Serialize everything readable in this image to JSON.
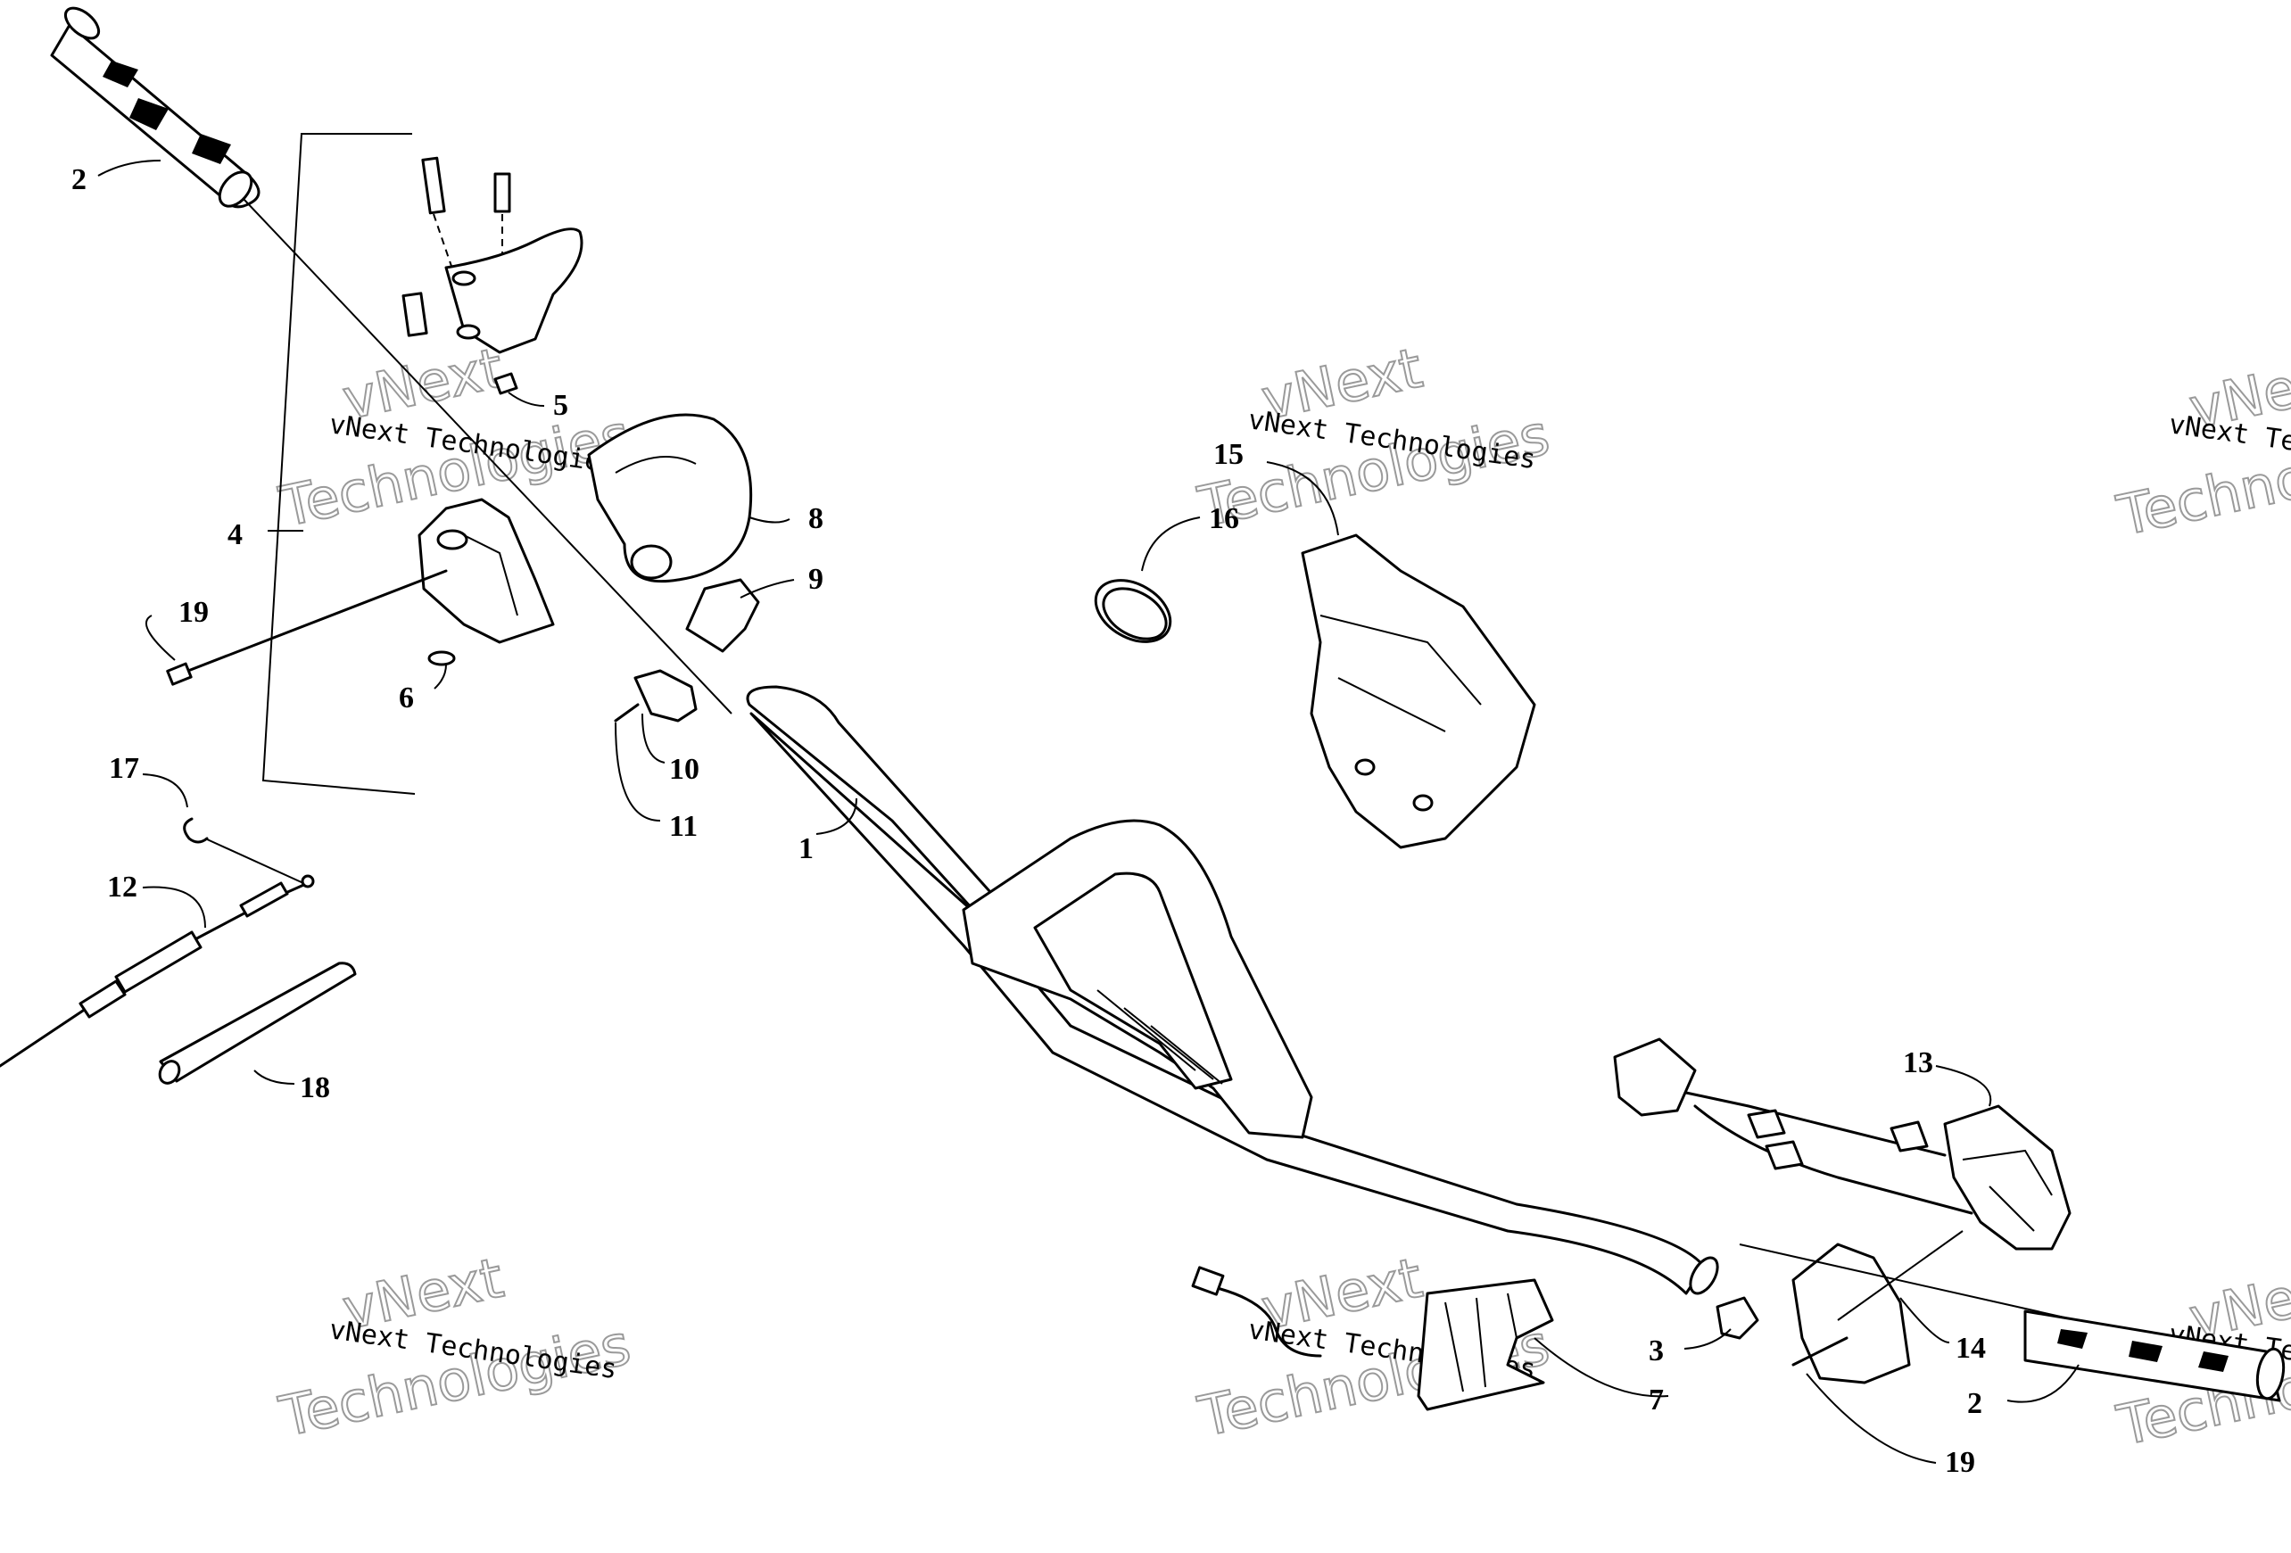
{
  "callouts": [
    {
      "id": "c1",
      "label": "1"
    },
    {
      "id": "c2a",
      "label": "2"
    },
    {
      "id": "c2b",
      "label": "2"
    },
    {
      "id": "c3",
      "label": "3"
    },
    {
      "id": "c4",
      "label": "4"
    },
    {
      "id": "c5",
      "label": "5"
    },
    {
      "id": "c6",
      "label": "6"
    },
    {
      "id": "c7",
      "label": "7"
    },
    {
      "id": "c8",
      "label": "8"
    },
    {
      "id": "c9",
      "label": "9"
    },
    {
      "id": "c10",
      "label": "10"
    },
    {
      "id": "c11",
      "label": "11"
    },
    {
      "id": "c12",
      "label": "12"
    },
    {
      "id": "c13",
      "label": "13"
    },
    {
      "id": "c14",
      "label": "14"
    },
    {
      "id": "c15",
      "label": "15"
    },
    {
      "id": "c16",
      "label": "16"
    },
    {
      "id": "c17",
      "label": "17"
    },
    {
      "id": "c18",
      "label": "18"
    },
    {
      "id": "c19a",
      "label": "19"
    },
    {
      "id": "c19b",
      "label": "19"
    }
  ],
  "watermark": {
    "line1": "vNext",
    "line2": "Technologies",
    "small": "vNext Technologies"
  }
}
